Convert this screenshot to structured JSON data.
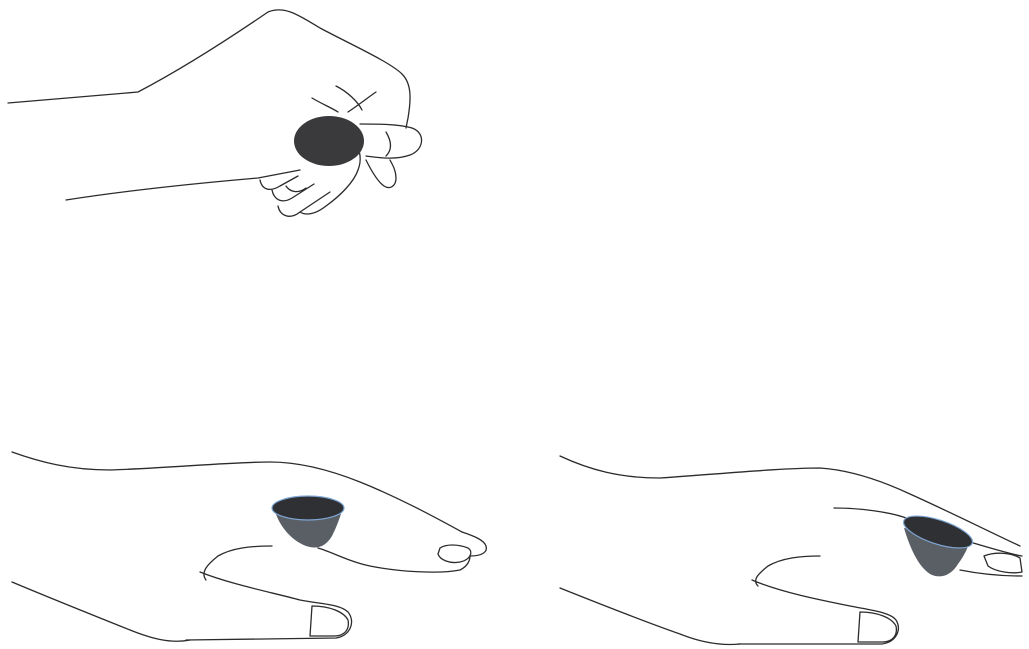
{
  "figure": {
    "panels": [
      {
        "id": "top-left",
        "depicts": "hand-fist-with-ring-top-view"
      },
      {
        "id": "bottom-left",
        "depicts": "hand-flat-with-ring-on-index-finger"
      },
      {
        "id": "bottom-right",
        "depicts": "hand-flat-with-ring-on-index-finger-alternate"
      }
    ]
  },
  "colors": {
    "background": "#ffffff",
    "outline": "#2b2b2b",
    "ring_top": "#3a3a3c",
    "ring_side": "#5a5f66",
    "ring_rim_highlight": "#7fa7d6"
  }
}
